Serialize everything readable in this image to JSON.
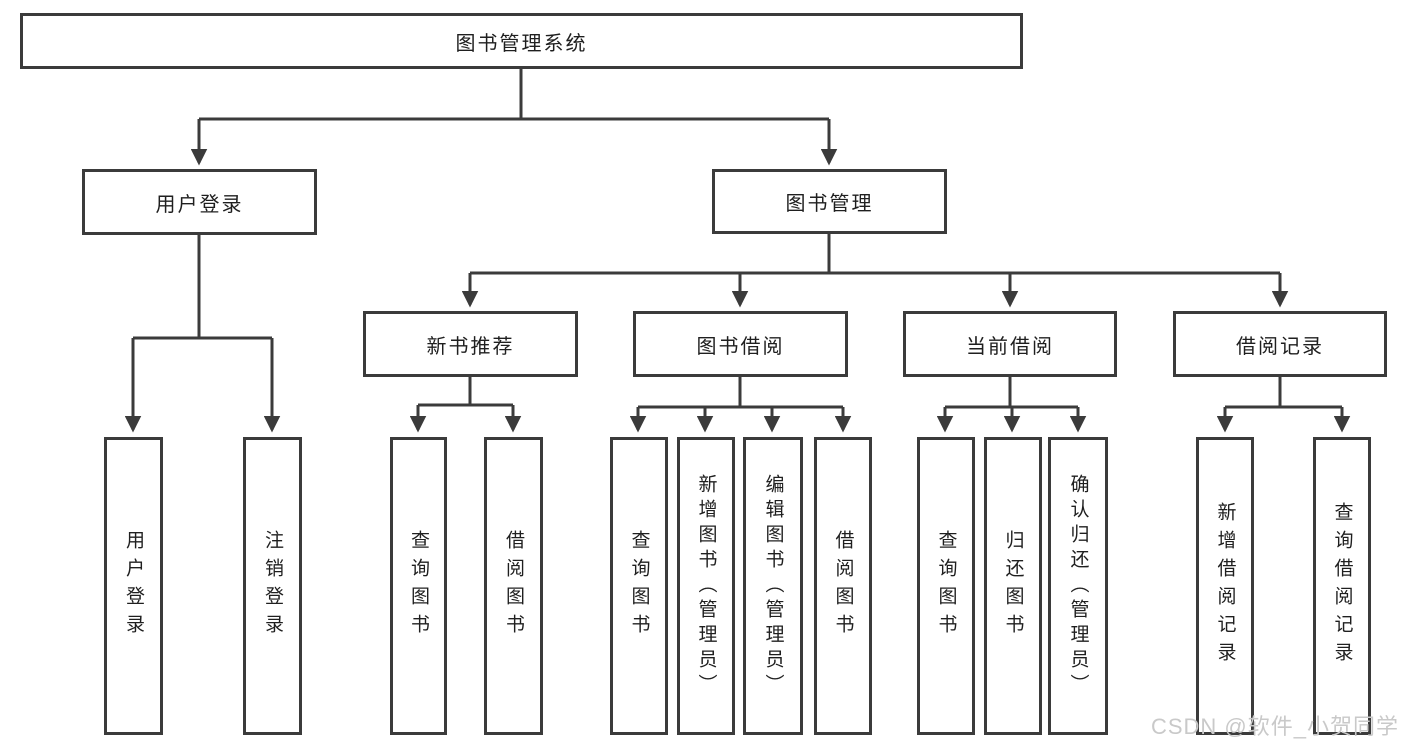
{
  "tree": {
    "label": "图书管理系统",
    "children": [
      {
        "label": "用户登录",
        "children": [
          {
            "label": "用户登录"
          },
          {
            "label": "注销登录"
          }
        ]
      },
      {
        "label": "图书管理",
        "children": [
          {
            "label": "新书推荐",
            "children": [
              {
                "label": "查询图书"
              },
              {
                "label": "借阅图书"
              }
            ]
          },
          {
            "label": "图书借阅",
            "children": [
              {
                "label": "查询图书"
              },
              {
                "label": "新增图书（管理员）"
              },
              {
                "label": "编辑图书（管理员）"
              },
              {
                "label": "借阅图书"
              }
            ]
          },
          {
            "label": "当前借阅",
            "children": [
              {
                "label": "查询图书"
              },
              {
                "label": "归还图书"
              },
              {
                "label": "确认归还（管理员）"
              }
            ]
          },
          {
            "label": "借阅记录",
            "children": [
              {
                "label": "新增借阅记录"
              },
              {
                "label": "查询借阅记录"
              }
            ]
          }
        ]
      }
    ]
  },
  "watermark": {
    "text": "CSDN @软件_小贺同学"
  },
  "colors": {
    "line": "#3b3b3b",
    "text": "#1f1f1f",
    "watermark": "#c9c9c9",
    "bg": "#ffffff"
  }
}
